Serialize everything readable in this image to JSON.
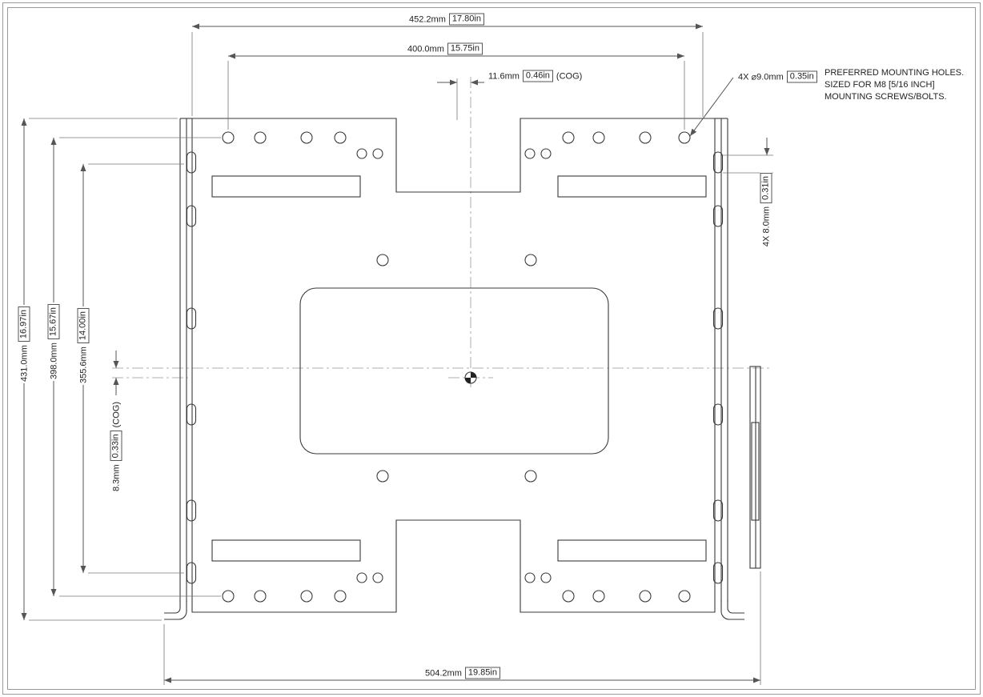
{
  "drawing": {
    "kind": "mounting-plate-dimension-drawing",
    "colors": {
      "geometry_line": "#3a3a3a",
      "dimension_line": "#555555",
      "centerline": "#999999",
      "background": "#ffffff"
    },
    "labels": {
      "dim_top_outer": {
        "mm": "452.2mm",
        "inch": "17.80in"
      },
      "dim_top_inner": {
        "mm": "400.0mm",
        "inch": "15.75in"
      },
      "dim_cog_horizontal": {
        "mm": "11.6mm",
        "inch": "0.46in",
        "suffix": "(COG)"
      },
      "dim_mounting_holes": {
        "mm": "4X ⌀9.0mm",
        "inch": "0.35in"
      },
      "dim_right_slot": {
        "mm": "4X 8.0mm",
        "inch": "0.31in"
      },
      "dim_left_outer": {
        "mm": "431.0mm",
        "inch": "16.97in"
      },
      "dim_left_mid": {
        "mm": "398.0mm",
        "inch": "15.67in"
      },
      "dim_left_inner": {
        "mm": "355.6mm",
        "inch": "14.00in"
      },
      "dim_cog_vertical": {
        "mm": "8.3mm",
        "inch": "0.33in",
        "suffix": "(COG)"
      },
      "dim_bottom": {
        "mm": "504.2mm",
        "inch": "19.85in"
      }
    },
    "note_lines": [
      "PREFERRED MOUNTING HOLES.",
      "SIZED FOR M8 [5/16 INCH]",
      "MOUNTING SCREWS/BOLTS."
    ]
  }
}
